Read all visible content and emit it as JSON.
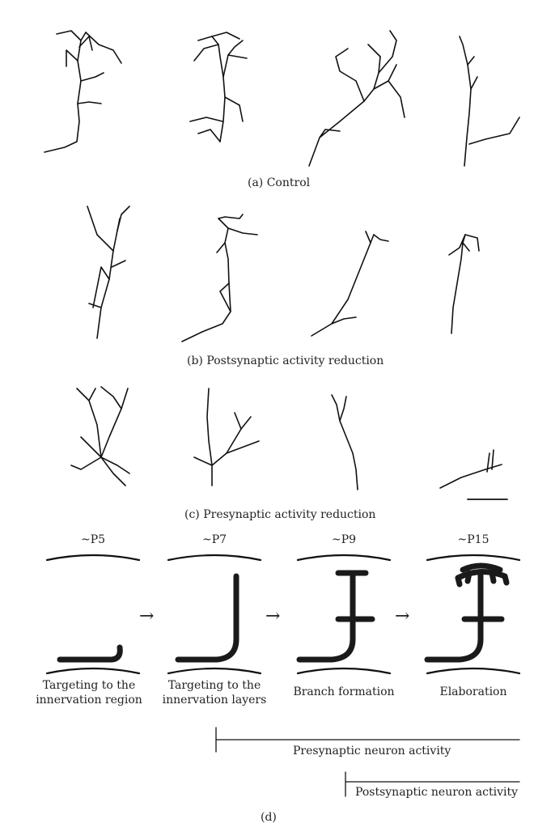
{
  "panels": {
    "a": {
      "caption": "(a)   Control"
    },
    "b": {
      "caption": "(b)  Postsynaptic activity reduction"
    },
    "c": {
      "caption": "(c)  Presynaptic activity reduction"
    },
    "d": {
      "caption": "(d)"
    }
  },
  "stages": [
    {
      "age": "~P5",
      "label_line1": "Targeting to the",
      "label_line2": "innervation region"
    },
    {
      "age": "~P7",
      "label_line1": "Targeting to the",
      "label_line2": "innervation layers"
    },
    {
      "age": "~P9",
      "label_line1": "Branch formation",
      "label_line2": ""
    },
    {
      "age": "~P15",
      "label_line1": "Elaboration",
      "label_line2": ""
    }
  ],
  "timelines": {
    "presynaptic": "Presynaptic neuron activity",
    "postsynaptic": "Postsynaptic neuron activity"
  },
  "arrow_glyph": "→",
  "colors": {
    "ink": "#111111",
    "thick": "#1a1a1a"
  }
}
